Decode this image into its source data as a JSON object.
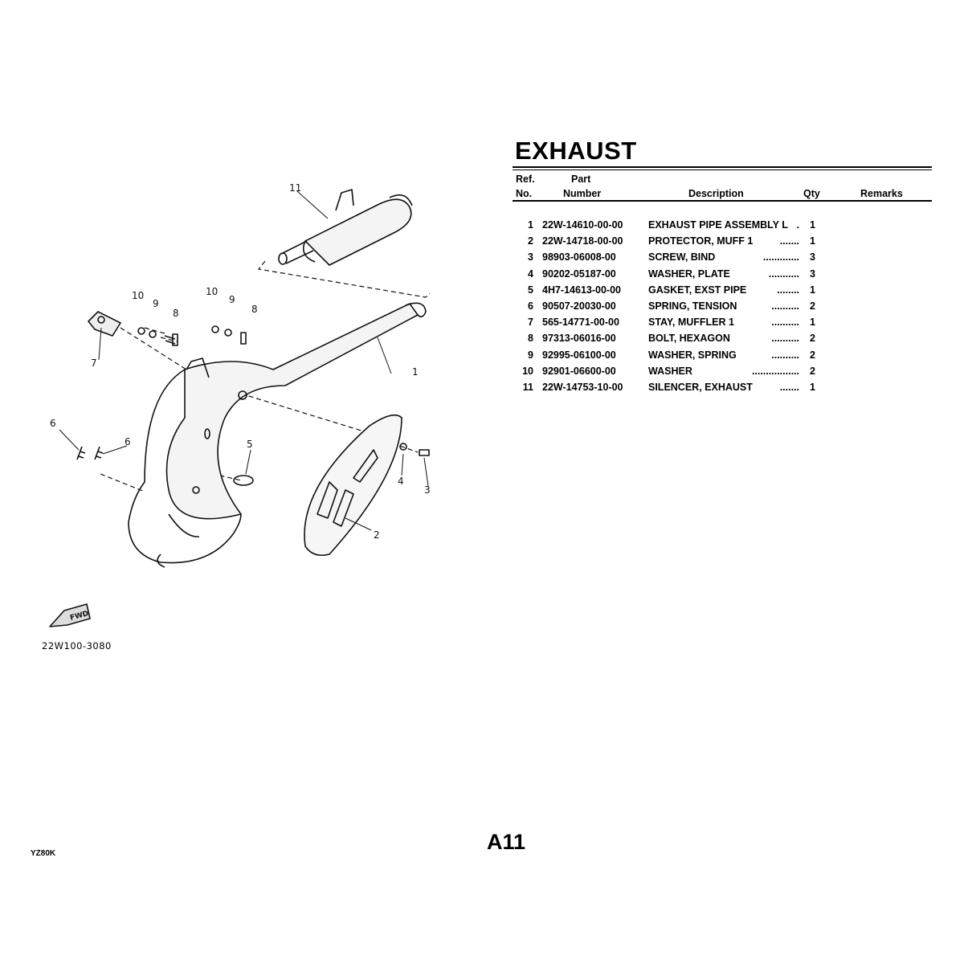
{
  "title": "EXHAUST",
  "header": {
    "ref_line1": "Ref.",
    "ref_line2": "No.",
    "part_line1": "Part",
    "part_line2": "Number",
    "description": "Description",
    "qty": "Qty",
    "remarks": "Remarks"
  },
  "parts": [
    {
      "ref": "1",
      "number": "22W-14610-00-00",
      "description": "EXHAUST PIPE ASSEMBLY L",
      "dots": ".",
      "qty": "1",
      "remarks": ""
    },
    {
      "ref": "2",
      "number": "22W-14718-00-00",
      "description": "PROTECTOR, MUFF 1",
      "dots": ".......",
      "qty": "1",
      "remarks": ""
    },
    {
      "ref": "3",
      "number": "98903-06008-00",
      "description": "SCREW, BIND",
      "dots": ".............",
      "qty": "3",
      "remarks": ""
    },
    {
      "ref": "4",
      "number": "90202-05187-00",
      "description": "WASHER, PLATE",
      "dots": "...........",
      "qty": "3",
      "remarks": ""
    },
    {
      "ref": "5",
      "number": "4H7-14613-00-00",
      "description": "GASKET, EXST PIPE",
      "dots": "........",
      "qty": "1",
      "remarks": ""
    },
    {
      "ref": "6",
      "number": "90507-20030-00",
      "description": "SPRING, TENSION",
      "dots": "..........",
      "qty": "2",
      "remarks": ""
    },
    {
      "ref": "7",
      "number": "565-14771-00-00",
      "description": "STAY, MUFFLER 1",
      "dots": "..........",
      "qty": "1",
      "remarks": ""
    },
    {
      "ref": "8",
      "number": "97313-06016-00",
      "description": "BOLT, HEXAGON",
      "dots": "..........",
      "qty": "2",
      "remarks": ""
    },
    {
      "ref": "9",
      "number": "92995-06100-00",
      "description": "WASHER, SPRING",
      "dots": "..........",
      "qty": "2",
      "remarks": ""
    },
    {
      "ref": "10",
      "number": "92901-06600-00",
      "description": "WASHER",
      "dots": ".................",
      "qty": "2",
      "remarks": ""
    },
    {
      "ref": "11",
      "number": "22W-14753-10-00",
      "description": "SILENCER, EXHAUST",
      "dots": ".......",
      "qty": "1",
      "remarks": ""
    }
  ],
  "diagram": {
    "callouts": [
      "11",
      "10",
      "9",
      "8",
      "10",
      "9",
      "8",
      "7",
      "1",
      "6",
      "6",
      "5",
      "4",
      "3",
      "2"
    ],
    "fwd_label": "FWD",
    "code": "22W100-3080"
  },
  "footer": {
    "page": "A11",
    "model": "YZ80K"
  }
}
